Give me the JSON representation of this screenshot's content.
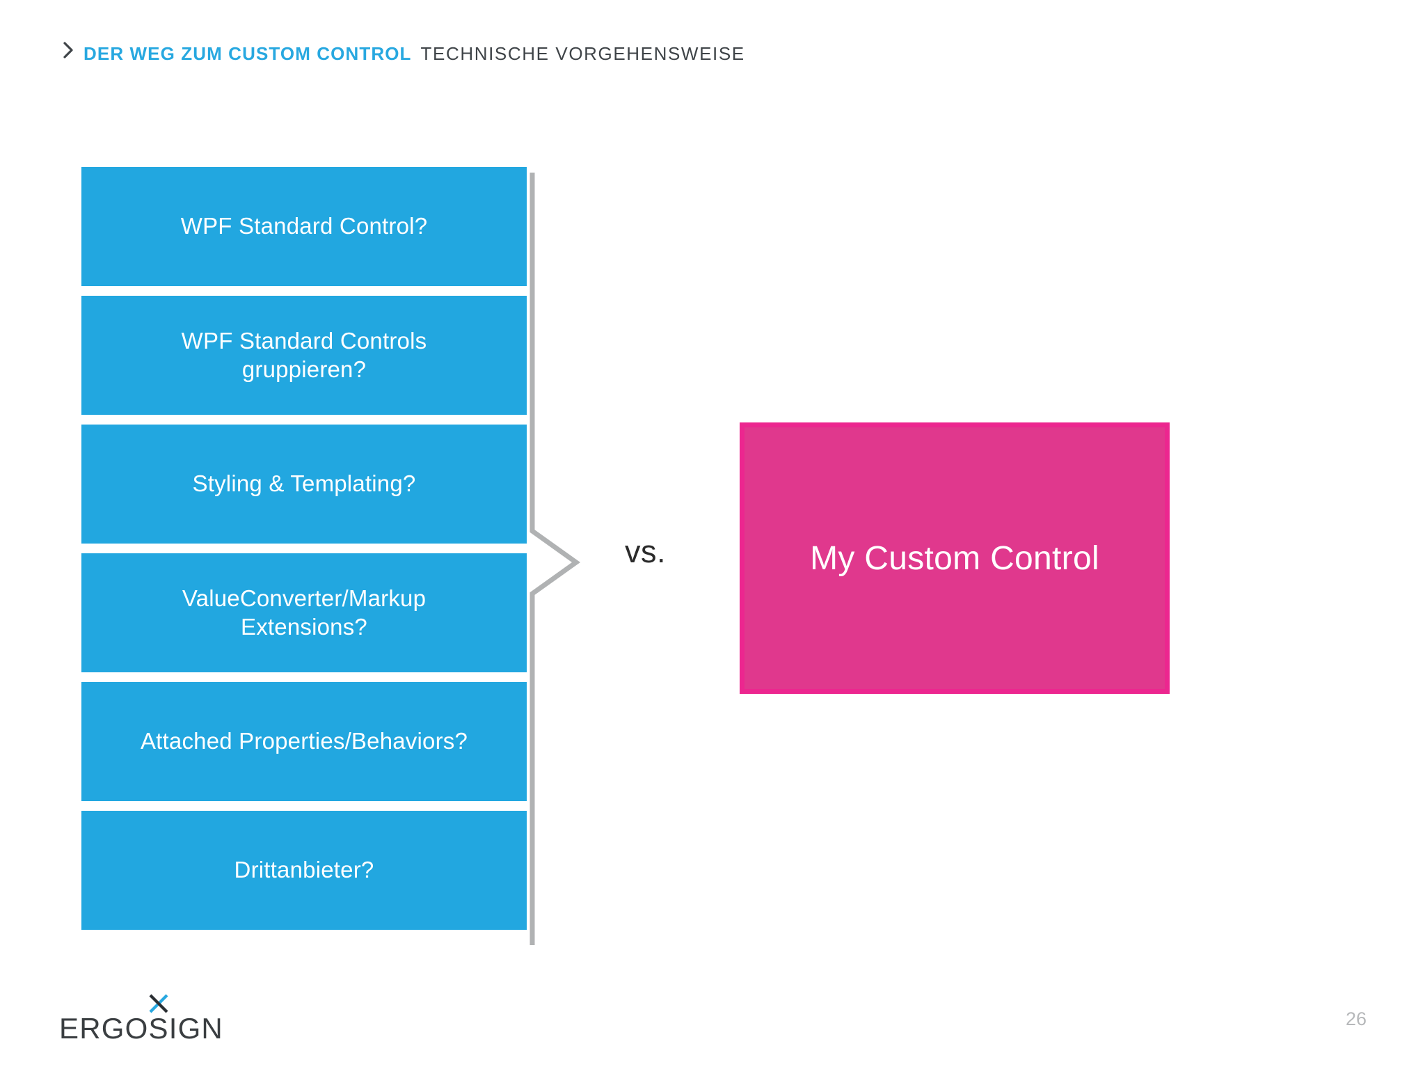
{
  "slide": {
    "header": {
      "chevron_icon": "chevron-right-icon",
      "title_primary": "DER WEG ZUM CUSTOM CONTROL",
      "title_secondary": "TECHNISCHE VORGEHENSWEISE",
      "primary_color": "#28a8e0",
      "secondary_color": "#3f4448"
    },
    "options": {
      "box_color": "#22a7e0",
      "text_color": "#ffffff",
      "items": [
        {
          "label": "WPF Standard Control?",
          "height": 171
        },
        {
          "label": "WPF Standard Controls gruppieren?",
          "height": 171
        },
        {
          "label": "Styling & Templating?",
          "height": 171
        },
        {
          "label": "ValueConverter/Markup Extensions?",
          "height": 171
        },
        {
          "label": "Attached Properties/Behaviors?",
          "height": 171
        },
        {
          "label": "Drittanbieter?",
          "height": 171
        }
      ]
    },
    "connector": {
      "icon": "chevron-right-bracket-icon",
      "color": "#b0b2b3"
    },
    "comparison": {
      "vs_label": "vs."
    },
    "custom_control": {
      "label": "My Custom Control",
      "fill_color": "#e0388d",
      "border_color": "#ec268f",
      "text_color": "#ffffff"
    },
    "footer": {
      "logo_mark_icon": "ergosign-x-mark-icon",
      "logo_wordmark": "ERGOSIGN",
      "logo_accent_color": "#28a8e0",
      "logo_text_color": "#3a3e41",
      "page_number": "26"
    }
  }
}
